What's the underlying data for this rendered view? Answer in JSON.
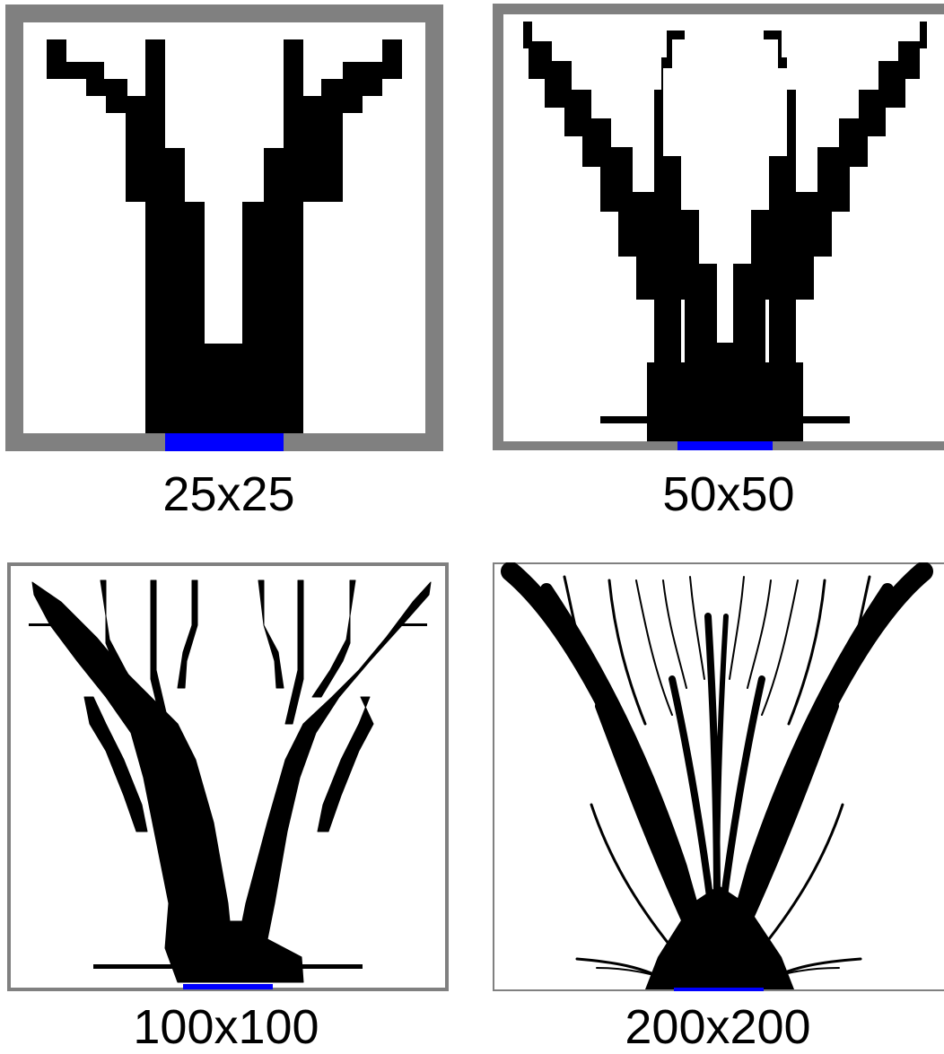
{
  "figure": {
    "panels": [
      {
        "id": "p25",
        "label": "25x25"
      },
      {
        "id": "p50",
        "label": "50x50"
      },
      {
        "id": "p100",
        "label": "100x100"
      },
      {
        "id": "p200",
        "label": "200x200"
      }
    ]
  },
  "colors": {
    "frame": "#808080",
    "structure": "#000000",
    "support_bar": "#0000ff",
    "background": "#ffffff"
  }
}
